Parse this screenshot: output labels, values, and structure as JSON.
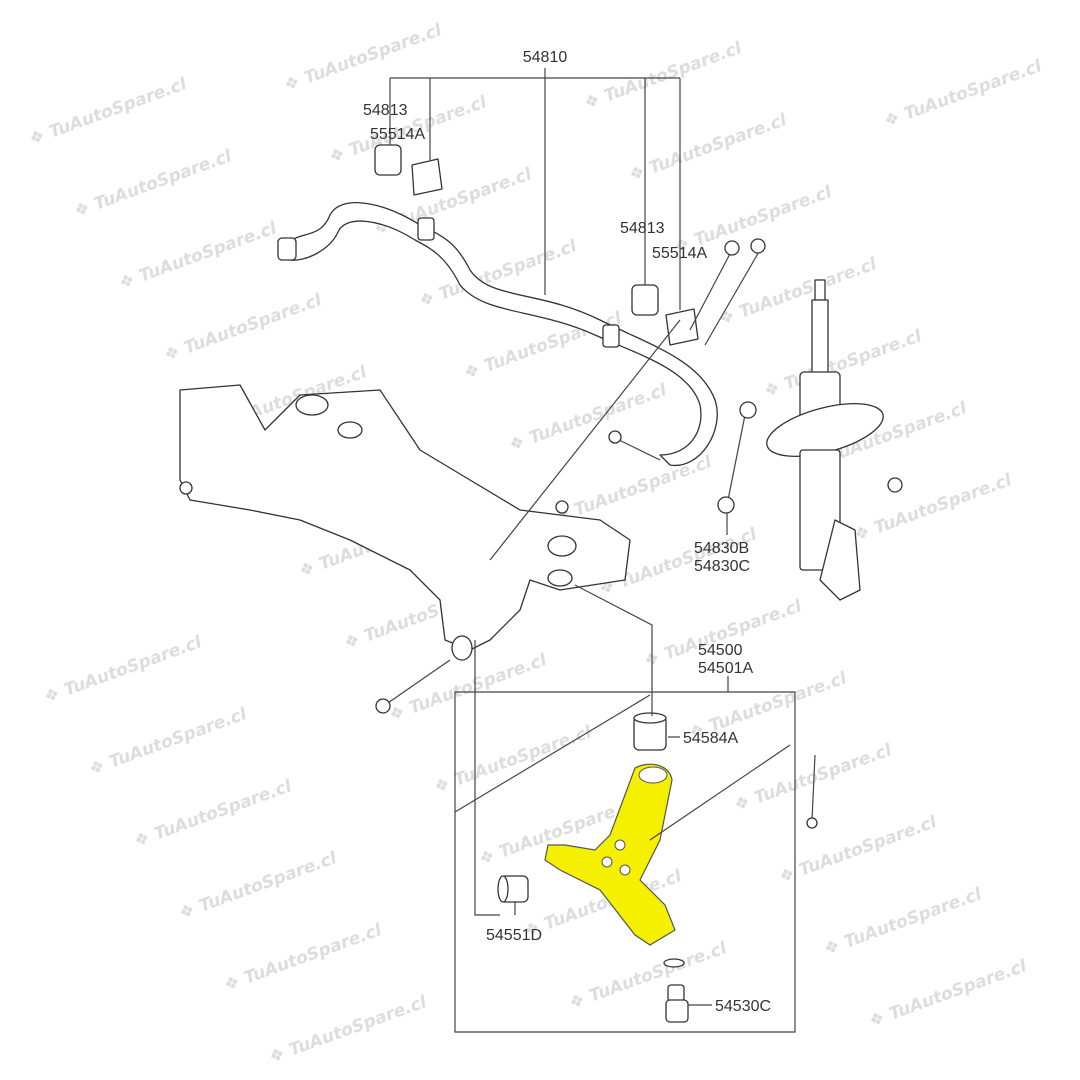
{
  "watermark": "TuAutoSpare.cl",
  "colors": {
    "highlight": "#f5f000",
    "line": "#444444"
  },
  "labels": {
    "stabilizer_bar": "54810",
    "bushing_left": "54813",
    "bracket_left": "55514A",
    "bushing_right": "54813",
    "bracket_right": "55514A",
    "link_b": "54830B",
    "link_c": "54830C",
    "lower_arm": "54500",
    "lower_arm_alt": "54501A",
    "bushing_g": "54584A",
    "bushing_front": "54551D",
    "ball_joint": "54530C"
  }
}
